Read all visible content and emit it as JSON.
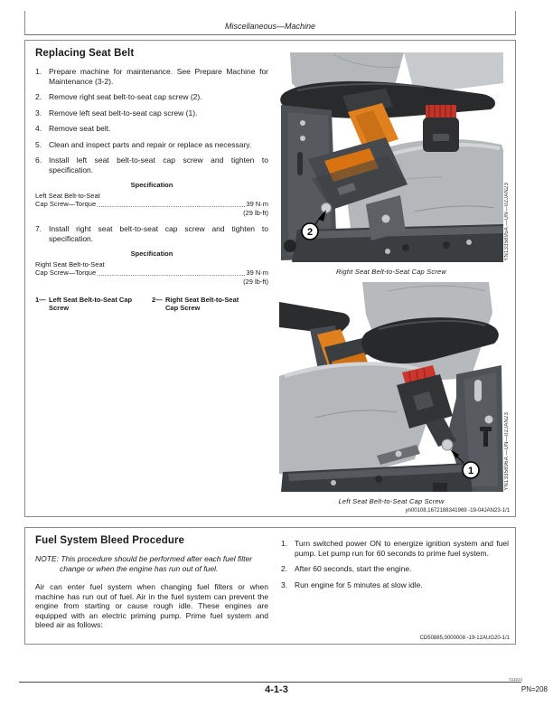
{
  "page": {
    "header_title": "Miscellaneous—Machine",
    "footer": {
      "page_number": "4-1-3",
      "print_code": "011524",
      "pn": "PN=208"
    }
  },
  "seat_belt_section": {
    "title": "Replacing Seat Belt",
    "steps": [
      {
        "num": "1.",
        "text": "Prepare machine for maintenance. See Prepare Machine for Maintenance (3-2)."
      },
      {
        "num": "2.",
        "text": "Remove right seat belt-to-seat cap screw (2)."
      },
      {
        "num": "3.",
        "text": "Remove left seat belt-to-seat cap screw (1)."
      },
      {
        "num": "4.",
        "text": "Remove seat belt."
      },
      {
        "num": "5.",
        "text": "Clean and inspect parts and repair or replace as necessary."
      },
      {
        "num": "6.",
        "text": "Install left seat belt-to-seat cap screw and tighten to specification."
      },
      {
        "num": "7.",
        "text": "Install right seat belt-to-seat cap screw and tighten to specification."
      }
    ],
    "spec_left": {
      "heading": "Specification",
      "item": "Left Seat Belt-to-Seat",
      "line": "Cap Screw—Torque",
      "value": "39 N·m",
      "value_alt": "(29 lb-ft)"
    },
    "spec_right": {
      "heading": "Specification",
      "item": "Right Seat Belt-to-Seat",
      "line": "Cap Screw—Torque",
      "value": "39 N·m",
      "value_alt": "(29 lb-ft)"
    },
    "legend": [
      {
        "num": "1—",
        "label": "Left Seat Belt-to-Seat Cap Screw"
      },
      {
        "num": "2—",
        "label": "Right Seat Belt-to-Seat Cap Screw"
      }
    ],
    "figure_right": {
      "caption": "Right Seat Belt-to-Seat Cap Screw",
      "credit": "YN1335895A —UN—02JAN23",
      "callout": "2"
    },
    "figure_left": {
      "caption": "Left Seat Belt-to-Seat Cap Screw",
      "credit": "YN1335896A —UN—02JAN23",
      "callout": "1"
    },
    "control_code": "yn00108,1672188341969 -19-04JAN23-1/1"
  },
  "fuel_section": {
    "title": "Fuel System Bleed Procedure",
    "note": "NOTE: This procedure should be performed after each fuel filter change or when the engine has run out of fuel.",
    "body": "Air can enter fuel system when changing fuel filters or when machine has run out of fuel. Air in the fuel system can prevent the engine from starting or cause rough idle. These engines are equipped with an electric priming pump. Prime fuel system and bleed air as follows:",
    "steps": [
      {
        "num": "1.",
        "text": "Turn switched power ON to energize ignition system and fuel pump. Let pump run for 60 seconds to prime fuel system."
      },
      {
        "num": "2.",
        "text": "After 60 seconds, start the engine."
      },
      {
        "num": "3.",
        "text": "Run engine for 5 minutes at slow idle."
      }
    ],
    "control_code": "CD50885,0000008 -19-12AUG20-1/1"
  },
  "colors": {
    "seat_gray": "#b5b8bb",
    "frame_gray": "#4e5256",
    "armrest_black": "#282a2c",
    "belt_orange": "#e0801f",
    "buckle_red": "#cd362c"
  }
}
